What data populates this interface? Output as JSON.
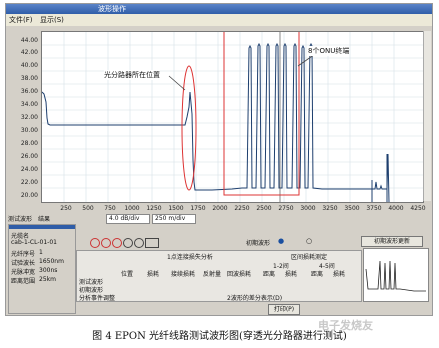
{
  "window": {
    "title": "波形操作"
  },
  "menu": [
    "文件(F)",
    "显示(S)"
  ],
  "plot": {
    "y_ticks": [
      "44.00",
      "42.00",
      "40.00",
      "38.00",
      "36.00",
      "34.00",
      "32.00",
      "30.00",
      "28.00",
      "26.00",
      "24.00",
      "22.00",
      "20.00"
    ],
    "x_ticks": [
      "250",
      "500",
      "750",
      "1000",
      "1250",
      "1500",
      "1750",
      "2000",
      "2250",
      "2500",
      "2750",
      "3000",
      "3250",
      "3500",
      "3750",
      "4000",
      "4250"
    ],
    "annotation_splitter": "光分路器所在位置",
    "annotation_onu": "8个ONU终端"
  },
  "scale": {
    "vertical": "4.0 dB/div",
    "horizontal": "250 m/div"
  },
  "left_panel": {
    "tabs": [
      "测试波形",
      "结果"
    ],
    "name_label": "光缆名",
    "name_value": "cab-1-CL-01-01",
    "fields": [
      {
        "label": "光纤序号",
        "value": "1"
      },
      {
        "label": "试验波长",
        "value": "1650nm"
      },
      {
        "label": "光脉冲宽",
        "value": "300ns"
      },
      {
        "label": "距离范围",
        "value": "25km"
      }
    ],
    "buttons": [
      "测试波形",
      "初期波形"
    ],
    "analysis_label": "分析事件调整"
  },
  "right_area": {
    "compare_label": "初期波形",
    "radio_on": "●",
    "radio_off": "○",
    "update_button": "初期波形更新",
    "table_title_left": "1点连接损失分析",
    "table_title_right": "区间损耗测定",
    "headers": [
      "位置",
      "损耗",
      "接续损耗",
      "反射量",
      "回波损耗",
      "距离",
      "损耗",
      "距离",
      "损耗"
    ],
    "sub_headers": [
      "1-2间",
      "4-5间"
    ],
    "footer": "2波形的差分表示(D)",
    "print_button": "打印(P)"
  },
  "caption": "图 4 EPON 光纤线路测试波形图(穿透光分路器进行测试)",
  "watermark": "电子发烧友"
}
